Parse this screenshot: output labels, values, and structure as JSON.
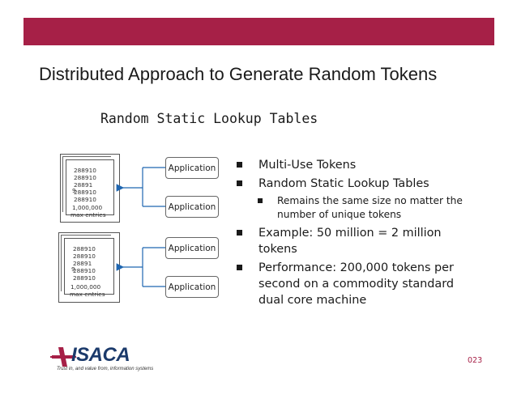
{
  "slide": {
    "title": "Distributed Approach to Generate Random Tokens",
    "subtitle": "Random Static Lookup Tables",
    "page_number": "023",
    "accent_color": "#a62047"
  },
  "tables": [
    {
      "rows": [
        "288910",
        "288910",
        "28891",
        "288910",
        "288910"
      ],
      "overlap_digit": "9",
      "size_line1": "1,000,000",
      "size_line2": "max entries"
    },
    {
      "rows": [
        "288910",
        "288910",
        "28891",
        "288910",
        "288910"
      ],
      "overlap_digit": "9",
      "size_line1": "1,000,000",
      "size_line2": "max entries"
    }
  ],
  "applications": [
    "Application",
    "Application",
    "Application",
    "Application"
  ],
  "bullets": [
    {
      "level": 1,
      "text": "Multi-Use Tokens"
    },
    {
      "level": 1,
      "text": "Random Static Lookup Tables"
    },
    {
      "level": 2,
      "text": "Remains the same size no matter the number of unique tokens"
    },
    {
      "level": 1,
      "text": "Example: 50 million = 2 million tokens"
    },
    {
      "level": 1,
      "text": "Performance: 200,000 tokens per second on a commodity standard dual core machine"
    }
  ],
  "logo": {
    "name": "ISACA",
    "tagline": "Trust in, and value from, information systems"
  }
}
